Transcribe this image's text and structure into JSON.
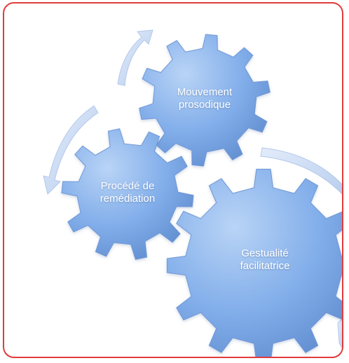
{
  "diagram": {
    "gears": [
      {
        "line1": "Mouvement",
        "line2": "prosodique"
      },
      {
        "line1": "Procédé de",
        "line2": "remédiation"
      },
      {
        "line1": "Gestualité",
        "line2": "facilitatrice"
      }
    ]
  },
  "colors": {
    "frame_border": "#e23b3b",
    "gear_light": "#a9c9f3",
    "gear_mid": "#7eaaea",
    "gear_dark": "#5b86cc",
    "arrow": "#c9daf3"
  }
}
